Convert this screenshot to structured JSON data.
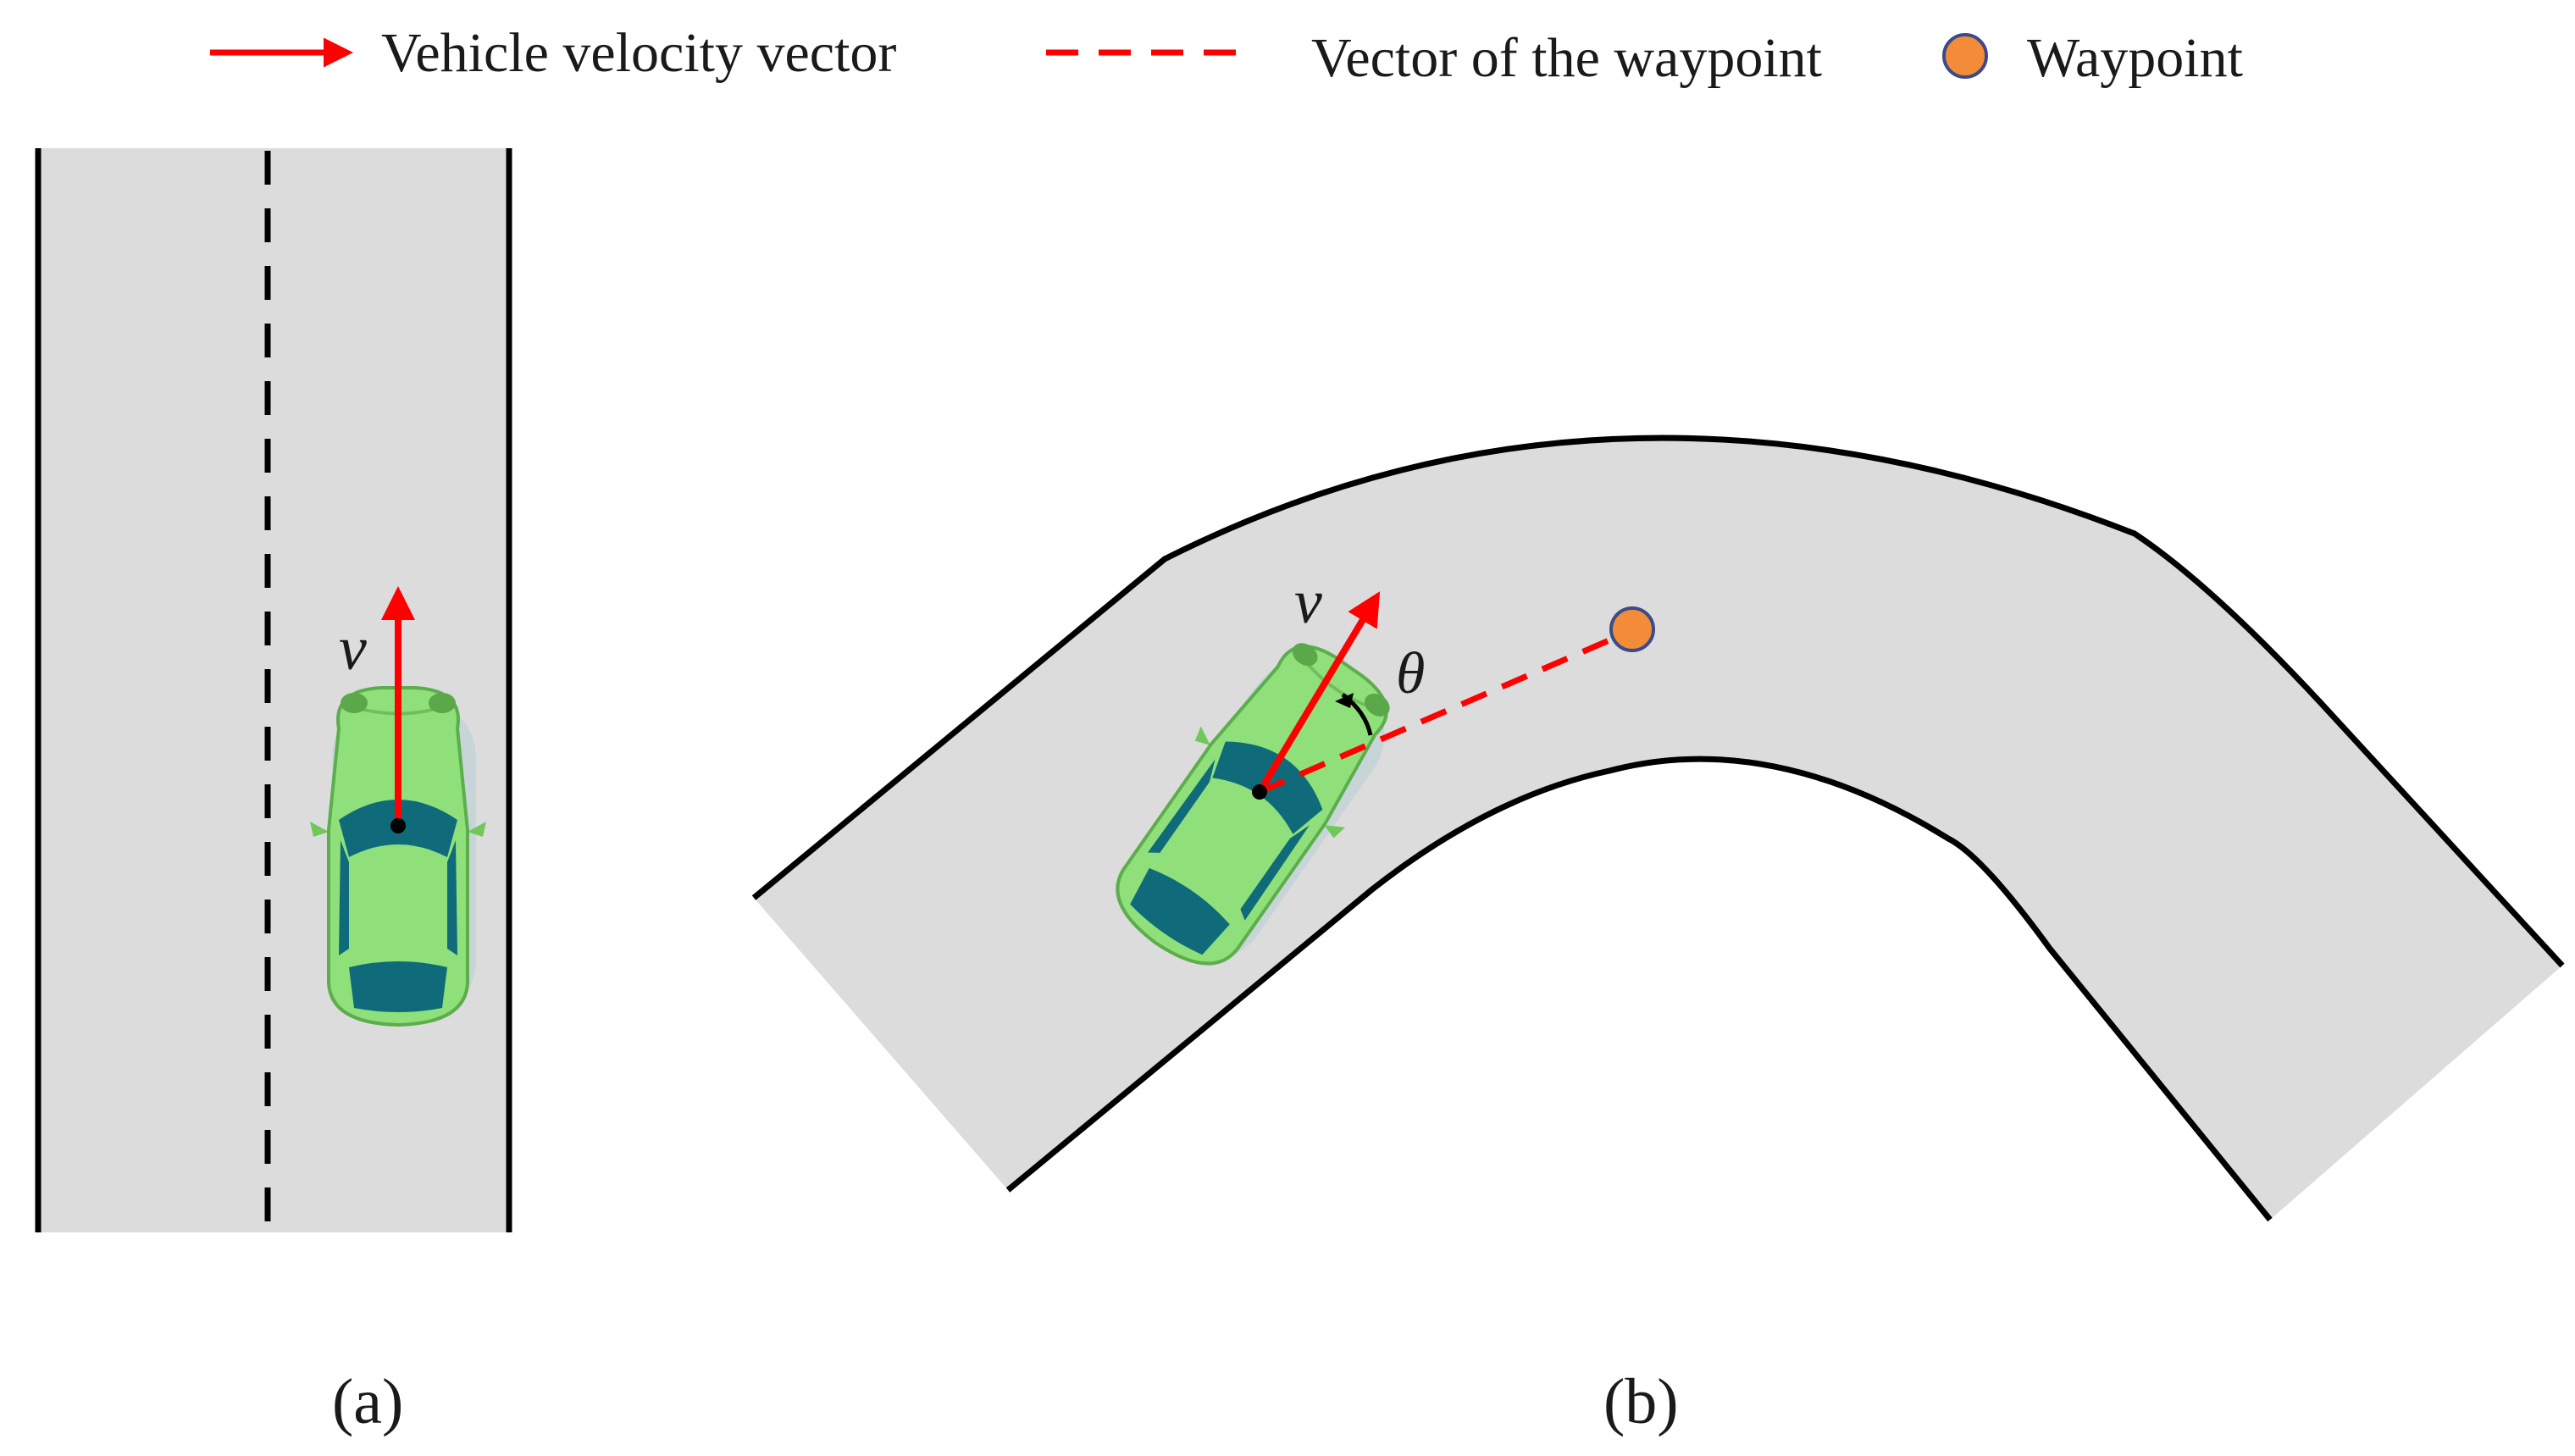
{
  "legend": {
    "velocity_label": "Vehicle velocity vector",
    "waypoint_vector_label": "Vector of the waypoint",
    "waypoint_label": "Waypoint"
  },
  "panel_a": {
    "symbol_v": "v",
    "caption": "(a)"
  },
  "panel_b": {
    "symbol_v": "v",
    "symbol_theta": "θ",
    "caption": "(b)"
  },
  "colors": {
    "road": "#dcdcdc",
    "road_edge": "#000000",
    "velocity_arrow": "#ff0000",
    "waypoint_vector": "#ff0000",
    "waypoint_fill": "#f28c38",
    "waypoint_stroke": "#3b4a8a",
    "car_body": "#8fe07a",
    "car_glass": "#0f6b7a"
  }
}
